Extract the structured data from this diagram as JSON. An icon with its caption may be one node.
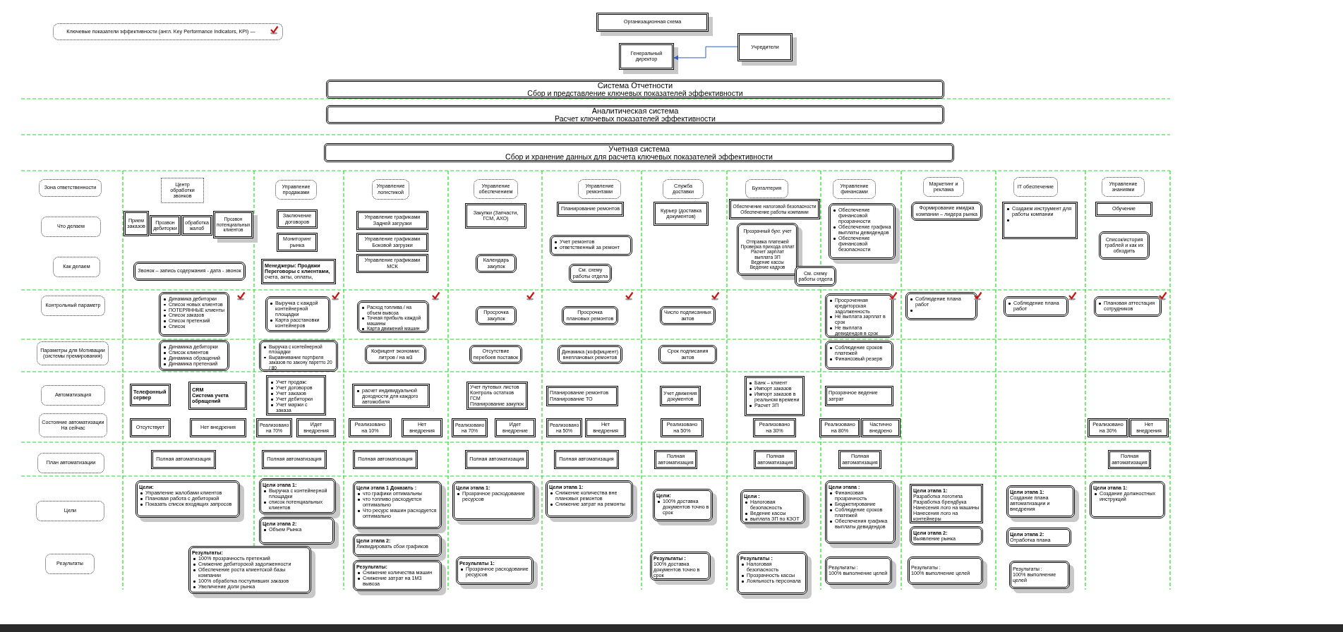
{
  "diagram": {
    "nodes": [
      {
        "text": [
          "Ключевые показатели эффективности (англ. Key Performance Indicators, KPI) —"
        ]
      },
      {
        "text": [
          "Организационная схема"
        ]
      },
      {
        "text": [
          "Генеральный директор"
        ]
      },
      {
        "text": [
          "Учредители"
        ]
      },
      {
        "text": [
          "Система Отчетности",
          "Сбор и представление ключевых показателей эффективности"
        ]
      },
      {
        "text": [
          "Аналитическая система",
          "Расчет ключевых показателей эффективности"
        ]
      },
      {
        "text": [
          "Учетная система",
          "Сбор и хранение данных для расчета ключевых показателей эффективности"
        ]
      },
      {
        "text": [
          "Зона ответственности"
        ]
      },
      {
        "text": [
          "Центр обработки звонков"
        ]
      },
      {
        "text": [
          "Управление продажами"
        ]
      },
      {
        "text": [
          "Управление логистикой"
        ]
      },
      {
        "text": [
          "Управление обеспечением"
        ]
      },
      {
        "text": [
          "Управление ремонтами"
        ]
      },
      {
        "text": [
          "Служба доставки"
        ]
      },
      {
        "text": [
          "Бухгалтерия"
        ]
      },
      {
        "text": [
          "Управление финансами"
        ]
      },
      {
        "text": [
          "Маркетинг и реклама"
        ]
      },
      {
        "text": [
          "IT обеспечение"
        ]
      },
      {
        "text": [
          "Управление знаниями"
        ]
      },
      {
        "text": [
          "Что делаем"
        ]
      },
      {
        "text": [
          "Прием заказов"
        ]
      },
      {
        "text": [
          "Прозвон дебиторки"
        ]
      },
      {
        "text": [
          "обработка жалоб"
        ]
      },
      {
        "text": [
          "Прозвон потенциальных клиентов"
        ]
      },
      {
        "text": [
          "Заключение договоров"
        ]
      },
      {
        "text": [
          "Мониторинг рынка"
        ]
      },
      {
        "text": [
          "Управление графиками Задней загрузки"
        ]
      },
      {
        "text": [
          "Управление графиками Боковой загрузки"
        ]
      },
      {
        "text": [
          "Управление графиками МСК"
        ]
      },
      {
        "text": [
          "Закупки (Запчасти, ГСМ, АХО)"
        ]
      },
      {
        "text": [
          "Планирование ремонтов"
        ]
      },
      {
        "text": [
          "Учет ремонтов",
          "ответственный за ремонт"
        ]
      },
      {
        "text": [
          "Курьер (доставка документов)"
        ]
      },
      {
        "text": [
          "Обеспечение налоговой безопасности",
          "Обеспечение работы компании"
        ]
      },
      {
        "text": [
          "Прозрачный бухг. учет",
          "Отправка платежей",
          "Проверка прихода оплат",
          "Расчет зарплат",
          "выплата ЗП",
          "Ведение кассы",
          "Ведение кадров"
        ]
      },
      {
        "text": [
          "Обеспечение финансовой прозрачности",
          "Обеспечение графика выплаты девидендов",
          "Обеспечение финансовой безопасности"
        ]
      },
      {
        "text": [
          "Формирование имиджа компании – лидера рынка"
        ]
      },
      {
        "text": [
          "Создаем инструмент для работы компании"
        ]
      },
      {
        "text": [
          "Обучение"
        ]
      },
      {
        "text": [
          "Список/история граблей и как их обходить"
        ]
      },
      {
        "text": [
          "Как делаем"
        ]
      },
      {
        "text": [
          "Звонок – запись содержания - дата - звонок"
        ]
      },
      {
        "text": [
          "**Менеджеры: Продажи Переговоры с клиентами,** счета, акты, оплаты,"
        ]
      },
      {
        "text": [
          "Календарь закупок"
        ]
      },
      {
        "text": [
          "См. схему работы отдела"
        ]
      },
      {
        "text": [
          "См. схему работы отдела"
        ]
      },
      {
        "text": [
          "Контрольный параметр"
        ]
      },
      {
        "text": [
          "Динамика дебиторки",
          "Список новых клиентов",
          "ПОТЕРЯННЫЕ клиенты",
          "Список заказов",
          "Список претензий",
          "Список"
        ]
      },
      {
        "text": [
          "Выручка с каждой контейнерной площадки",
          "Карта расстановки контейнеров"
        ]
      },
      {
        "text": [
          "Расход топлива / на объем вывоза",
          "Точная прибыль каждой машины",
          "Карта движений машин"
        ]
      },
      {
        "text": [
          "Просрочка закупок"
        ]
      },
      {
        "text": [
          "Просрочка плановых ремонтов"
        ]
      },
      {
        "text": [
          "Число подписанных актов"
        ]
      },
      {
        "text": [
          "Просроченная кредиторская задолженность",
          "Не выплата зарплат в срок",
          "Не выплата девидендов в срок"
        ]
      },
      {
        "text": [
          "Соблюдение плана работ"
        ]
      },
      {
        "text": [
          "Соблюдение плана работ"
        ]
      },
      {
        "text": [
          "Плановая аттестация сотрудников"
        ]
      },
      {
        "text": [
          "Параметры для Мотивации (системы премирования)"
        ]
      },
      {
        "text": [
          "Динамика дебиторки",
          "Список клиентов",
          "Динамика обращений",
          "Динамика претензий"
        ]
      },
      {
        "text": [
          "Выручка с контейнерной площадки",
          "Выравнивание портфеля заказов по закону паретто 20 / 80"
        ]
      },
      {
        "text": [
          "Кофицент экономии: литров / на м3"
        ]
      },
      {
        "text": [
          "Отсутствие перебоев поставок"
        ]
      },
      {
        "text": [
          "Динамика (коффициент) внеплановых ремонтов"
        ]
      },
      {
        "text": [
          "Срок подписания актов"
        ]
      },
      {
        "text": [
          "Соблюдение сроков платежей",
          "Финансовый резерв"
        ]
      },
      {
        "text": [
          "Автоматизация"
        ]
      },
      {
        "text": [
          "Телефонный сервер"
        ]
      },
      {
        "text": [
          "CRM",
          "Система учета обращений"
        ]
      },
      {
        "text": [
          "Учет продаж:",
          "Учет договоров",
          "Учет заказов",
          "Учет дебиторки",
          "Учет маржи с заказа"
        ]
      },
      {
        "text": [
          "расчет индивидуальной доходности для каждого автомобиля"
        ]
      },
      {
        "text": [
          "Учет путевых листов",
          "Контроль остатков ГСМ",
          "Планирование закупок"
        ]
      },
      {
        "text": [
          "Планирование ремонтов",
          "Планирование ТО"
        ]
      },
      {
        "text": [
          "Учет движения документов"
        ]
      },
      {
        "text": [
          "Банк – клиент",
          "Импорт заказов",
          "Импорт заказов в реальном времени",
          "Расчет ЗП"
        ]
      },
      {
        "text": [
          "Прозрачное ведение затрат"
        ]
      },
      {
        "text": [
          "Состояние автоматизации",
          "На сейчас"
        ]
      },
      {
        "text": [
          "Отсутствует"
        ]
      },
      {
        "text": [
          "Нет внедрения"
        ]
      },
      {
        "text": [
          "Реализовано на 70%"
        ]
      },
      {
        "text": [
          "Идет внедрения"
        ]
      },
      {
        "text": [
          "Реализовано на 10%"
        ]
      },
      {
        "text": [
          "Нет внедрения"
        ]
      },
      {
        "text": [
          "Реализовано на 70%"
        ]
      },
      {
        "text": [
          "Идет внедрение"
        ]
      },
      {
        "text": [
          "Реализовано на 50%"
        ]
      },
      {
        "text": [
          "Нет внедрения"
        ]
      },
      {
        "text": [
          "Реализовано на 50%"
        ]
      },
      {
        "text": [
          "Реализовано на 30%"
        ]
      },
      {
        "text": [
          "Реализовано на 80%"
        ]
      },
      {
        "text": [
          "Частично внедрено"
        ]
      },
      {
        "text": [
          "Реализовано на 30%"
        ]
      },
      {
        "text": [
          "Нет внедрения"
        ]
      },
      {
        "text": [
          "План автоматизации"
        ]
      },
      {
        "text": [
          "Полная автоматизация"
        ]
      },
      {
        "text": [
          "Полная автоматизация"
        ]
      },
      {
        "text": [
          "Полная автоматизация"
        ]
      },
      {
        "text": [
          "Полная автоматизация"
        ]
      },
      {
        "text": [
          "Полная автоматизация"
        ]
      },
      {
        "text": [
          "Полная автоматизация"
        ]
      },
      {
        "text": [
          "Полная автоматизация"
        ]
      },
      {
        "text": [
          "Полная автоматизация"
        ]
      },
      {
        "text": [
          "Полная автоматизация"
        ]
      },
      {
        "text": [
          "Цели"
        ]
      },
      {
        "text": [
          "Цели:",
          "Управление жалобами клиентов",
          "Плановая работа с дебиторкой",
          "Показать список входящих запросов"
        ]
      },
      {
        "text": [
          "Цели этапа 1:",
          "Выручка с контейнерной площадки",
          "список потенциальных клиентов"
        ]
      },
      {
        "text": [
          "Цели этапа 2:",
          "Объем Рынка"
        ]
      },
      {
        "text": [
          "Цели этапа 1 Доказать :",
          "что графики оптимальны",
          "что топливо расходуется оптимально",
          "Что ресурс машин расходуется оптимально"
        ]
      },
      {
        "text": [
          "Цели этапа 2:",
          "Ликвидировать сбои графиков"
        ]
      },
      {
        "text": [
          "Цели этапа 1:",
          "Прозрачное расходование ресурсов"
        ]
      },
      {
        "text": [
          "Цели этапа 1:",
          "Снижение количества вне плановых ремонтов",
          "Снижение затрат на ремонты"
        ]
      },
      {
        "text": [
          "Цели:",
          "100% доставка документов точно в срок"
        ]
      },
      {
        "text": [
          "Цели :",
          "Налоговая безопасность",
          "Ведение кассы",
          "выплата ЗП по КЗОТ"
        ]
      },
      {
        "text": [
          "Цели этапа :",
          "Финансовая прозрачность",
          "Бюджетирование",
          "Соблюдение сроков платежей",
          "Обеспечения графика выплаты девидендов"
        ]
      },
      {
        "text": [
          "Цели этапа 1:",
          "Разработка логотипа",
          "Разработка брендбука",
          "Нанесения лого на машины",
          "Нанесения лого на контейнеры"
        ]
      },
      {
        "text": [
          "Цели этапа 2:",
          "Выявление рынка"
        ]
      },
      {
        "text": [
          "Цели этапа 1:",
          "Создание плана автоматизации и внедрения"
        ]
      },
      {
        "text": [
          "Цели этапа 2:",
          "Отработка плана"
        ]
      },
      {
        "text": [
          "Цели этапа 1:",
          "Создание должностных инструкций"
        ]
      },
      {
        "text": [
          "Результаты"
        ]
      },
      {
        "text": [
          "Результаты:",
          "100% прозрачность претензий",
          "Снижение дебиторской задолженности",
          "Обеспечение роста клиентской базы компании",
          "100% обработка поступивших заказов",
          "Увеличение доли рынка"
        ]
      },
      {
        "text": [
          "Результаты:",
          "Снижение количества машин",
          "Снижение затрат на 1М3 вывоза"
        ]
      },
      {
        "text": [
          "Результаты 1:",
          "Прозрачное расходование ресурсов"
        ]
      },
      {
        "text": [
          "Результаты :",
          "100% доставка документов точно в срок"
        ]
      },
      {
        "text": [
          "Результаты :",
          "Налоговая безопасность",
          "Прозрачность кассы",
          "Лояльность персонала"
        ]
      },
      {
        "text": [
          "Результаты :",
          "100% выполнение целей"
        ]
      },
      {
        "text": [
          "Результаты :",
          "100% выполнение целей"
        ]
      },
      {
        "text": [
          "Результаты :",
          "100% выполнение целей"
        ]
      }
    ],
    "edges": [
      {
        "from": 3,
        "to": 2,
        "arrow": "to"
      }
    ]
  }
}
